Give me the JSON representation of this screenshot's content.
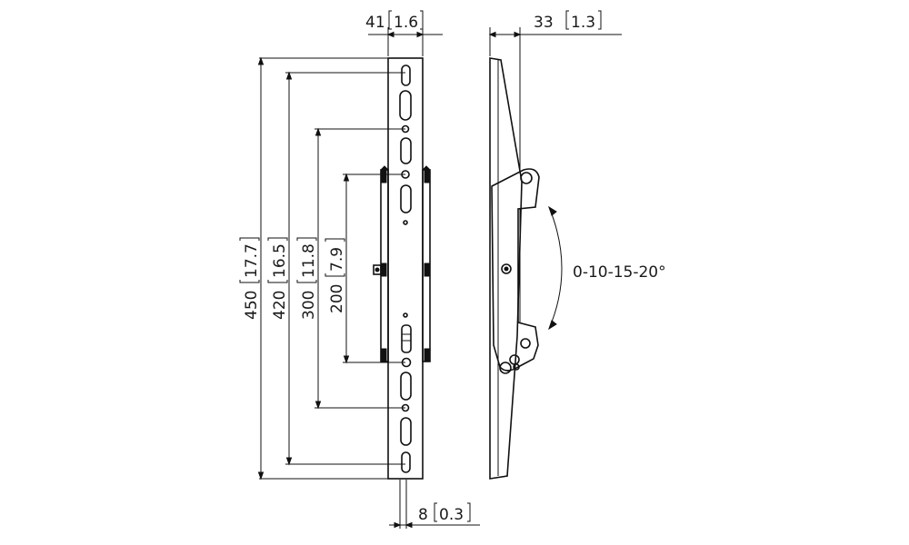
{
  "dimensions": {
    "top_width": {
      "value": "41",
      "inch": "1.6"
    },
    "side_depth": {
      "value": "33",
      "inch": "1.3"
    },
    "bottom_offset": {
      "value": "8",
      "inch": "0.3"
    },
    "height_450": {
      "value": "450",
      "inch": "17.7"
    },
    "height_420": {
      "value": "420",
      "inch": "16.5"
    },
    "height_300": {
      "value": "300",
      "inch": "11.8"
    },
    "height_200": {
      "value": "200",
      "inch": "7.9"
    }
  },
  "tilt_label": "0-10-15-20°"
}
